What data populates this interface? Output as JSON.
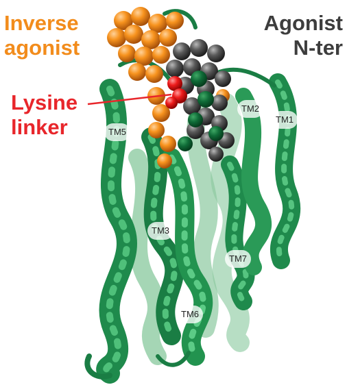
{
  "labels": {
    "inverse_agonist": [
      "Inverse",
      "agonist"
    ],
    "agonist_nter": [
      "Agonist",
      "N-ter"
    ],
    "lysine_linker": [
      "Lysine",
      "linker"
    ]
  },
  "helices": {
    "tm1": "TM1",
    "tm2": "TM2",
    "tm3": "TM3",
    "tm5": "TM5",
    "tm6": "TM6",
    "tm7": "TM7"
  },
  "colors": {
    "inverse_agonist": "#f28c1c",
    "agonist": "#3d3d3d",
    "linker": "#e8262b",
    "receptor": "#1f8a4c"
  }
}
